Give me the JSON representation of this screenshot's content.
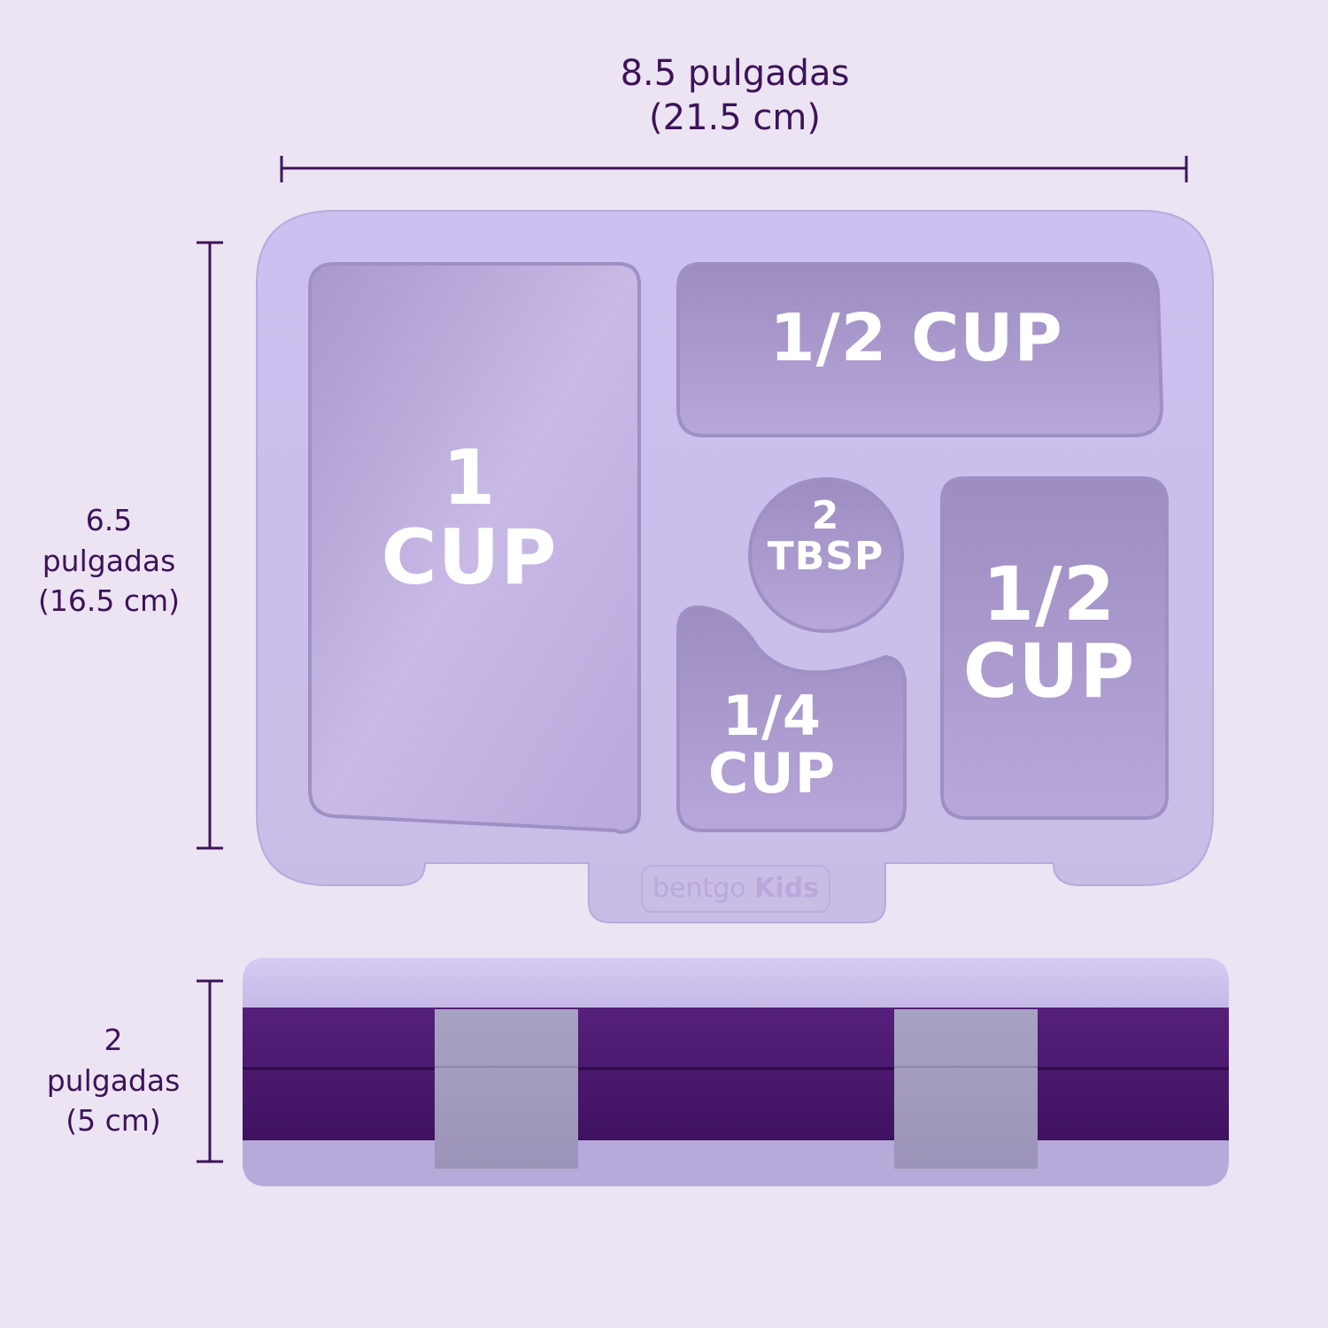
{
  "dimensions": {
    "width": {
      "primary": "8.5 pulgadas",
      "secondary": "(21.5 cm)"
    },
    "height": {
      "line1": "6.5",
      "line2": "pulgadas",
      "line3": "(16.5 cm)"
    },
    "depth": {
      "line1": "2",
      "line2": "pulgadas",
      "line3": "(5 cm)"
    }
  },
  "compartments": {
    "large_left": {
      "line1": "1",
      "line2": "CUP"
    },
    "top_right": {
      "label": "1/2 CUP"
    },
    "round_center": {
      "line1": "2",
      "line2": "TBSP"
    },
    "right": {
      "line1": "1/2",
      "line2": "CUP"
    },
    "bottom_small": {
      "line1": "1/4",
      "line2": "CUP"
    }
  },
  "brand": {
    "name": "bentgo",
    "sub": "Kids"
  },
  "colors": {
    "background": "#ece4f2",
    "dimension_ink": "#3d1359",
    "tray": "#cbbfe9",
    "well": "#ab9dd0",
    "base_purple": "#4b1870",
    "latch": "#a29bbd"
  },
  "icons": [
    "width-dimension-line",
    "height-dimension-line",
    "depth-dimension-line"
  ]
}
